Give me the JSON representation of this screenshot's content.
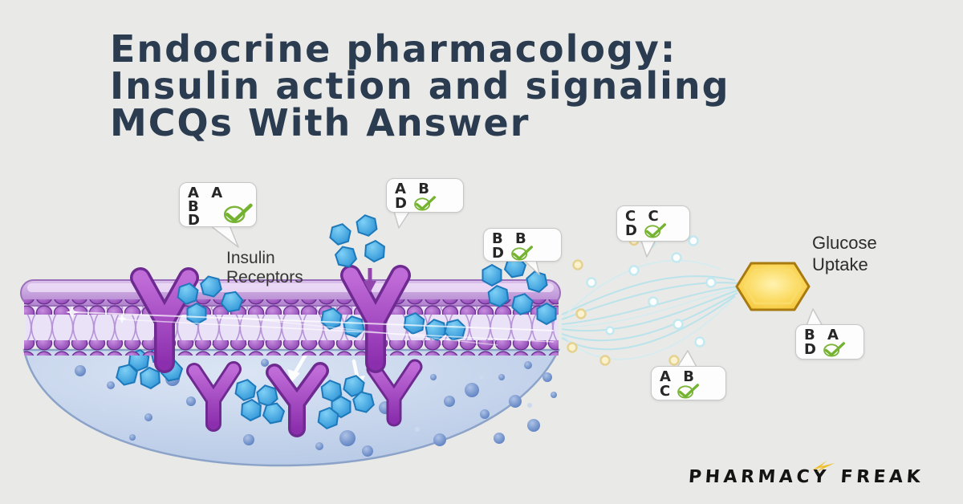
{
  "background_color": "#e9e9e7",
  "title": {
    "line1": "Endocrine pharmacology:",
    "line2": "Insulin action and signaling",
    "line3": "MCQs With Answer",
    "color": "#2b3c50"
  },
  "illustration": {
    "insulin_receptors_label": {
      "line1": "Insulin",
      "line2": "Receptors"
    },
    "glucose_uptake_label": {
      "line1": "Glucose",
      "line2": "Uptake"
    },
    "colors": {
      "membrane_purple": "#b88fd4",
      "receptor_purple": "#9b3fb5",
      "insulin_blue": "#3fa9e8",
      "cell_interior_blue": "#c6d4ea",
      "glucose_gold": "#f4c335",
      "signal_cyan": "#b3e3ec",
      "check_green": "#76b430"
    },
    "icons": {
      "answer_check": "green-checkmark",
      "down_arrow": "purple-arrow",
      "logo_bolt": "yellow-lightning"
    }
  },
  "answer_bubbles": [
    {
      "row1": "A A",
      "row2": "B",
      "row3": "D"
    },
    {
      "row1": "A B",
      "row2": "D"
    },
    {
      "row1": "B B",
      "row2": "D"
    },
    {
      "row1": "C C",
      "row2": "D"
    },
    {
      "row1": "B A",
      "row2": "D"
    },
    {
      "row1": "A B",
      "row2": "C"
    }
  ],
  "logo": {
    "word1": "PHARMACY",
    "word2": "FREAK"
  }
}
